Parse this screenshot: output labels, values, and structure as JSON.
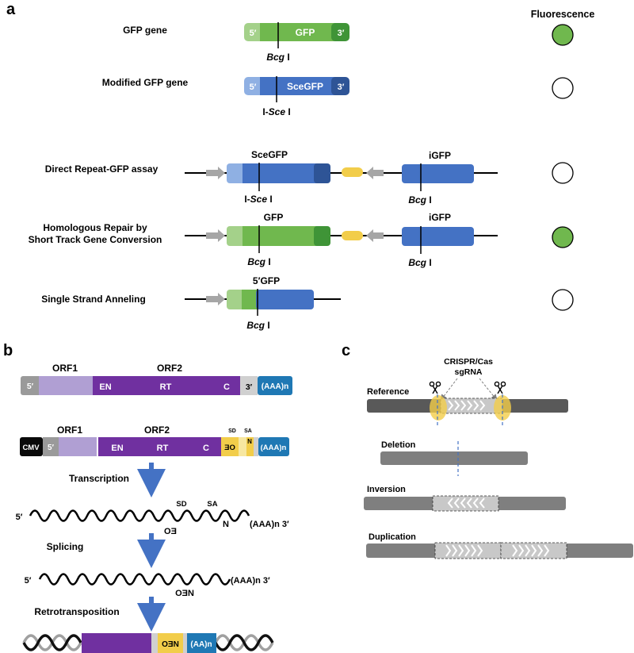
{
  "colors": {
    "green_light": "#a4d18a",
    "green_mid": "#70b84e",
    "green_dark": "#3f9437",
    "blue_light": "#8fb0e3",
    "blue_mid": "#4472c4",
    "blue_dark": "#2e5496",
    "yellow": "#f2cd4a",
    "yellow_light": "#f7e7a1",
    "gray_arrow": "#a6a6a6",
    "gray_utr": "#9a9a9a",
    "lilac": "#b09fd3",
    "purple": "#7030a0",
    "teal": "#1f78b4",
    "track_dark": "#595959",
    "track_mid": "#7f7f7f",
    "segment_light": "#c8c8c8",
    "cut_blue": "#4472c4",
    "fluor_on": "#70b84e",
    "fluor_off": "#ffffff"
  },
  "panel_a": {
    "letter": "a",
    "fluorescence_header": "Fluorescence",
    "rows": {
      "gfp": {
        "label": "GFP gene",
        "five": "5′",
        "name": "GFP",
        "three": "3′",
        "site_italic": "Bcg",
        "site_suffix": " I"
      },
      "modified": {
        "label": "Modified GFP gene",
        "five": "5′",
        "name": "SceGFP",
        "three": "3′",
        "site_prefix": "I-",
        "site_italic": "Sce",
        "site_suffix": " I"
      },
      "direct": {
        "label": "Direct Repeat-GFP assay",
        "name": "SceGFP",
        "second_name": "iGFP",
        "site_prefix": "I-",
        "site_italic": "Sce",
        "site_suffix": " I",
        "second_site_italic": "Bcg",
        "second_site_suffix": " I"
      },
      "homologous": {
        "label_line1": "Homologous Repair by",
        "label_line2": "Short Track Gene Conversion",
        "name": "GFP",
        "second_name": "iGFP",
        "site_italic": "Bcg",
        "site_suffix": " I",
        "second_site_italic": "Bcg",
        "second_site_suffix": " I"
      },
      "ssa": {
        "label": "Single Strand Anneling",
        "name": "5′GFP",
        "site_italic": "Bcg",
        "site_suffix": " I"
      }
    },
    "fluorescence": [
      "on",
      "off",
      "off",
      "on",
      "off"
    ]
  },
  "panel_b": {
    "letter": "b",
    "element1": {
      "five": "5′",
      "orf1": "ORF1",
      "orf2": "ORF2",
      "en": "EN",
      "rt": "RT",
      "c": "C",
      "three": "3′",
      "polya": "(AAA)n"
    },
    "element2": {
      "cmv": "CMV",
      "five": "5′",
      "orf1": "ORF1",
      "orf2": "ORF2",
      "en": "EN",
      "rt": "RT",
      "c": "C",
      "sd": "SD",
      "sa": "SA",
      "neo_split": "ƎO",
      "neo_n": "N",
      "polya": "(AAA)n"
    },
    "transcription": "Transcription",
    "rna1": {
      "five": "5′",
      "sd": "SD",
      "sa": "SA",
      "eo": "OƎ",
      "n": "N",
      "end": "(AAA)n 3′"
    },
    "splicing": "Splicing",
    "rna2": {
      "five": "5′",
      "neo": "OƎN",
      "end": "(AAA)n 3′"
    },
    "retrotransposition": "Retrotransposition",
    "dna": {
      "neo": "OƎN",
      "polya": "(AA)n"
    }
  },
  "panel_c": {
    "letter": "c",
    "sgrna_line1": "CRISPR/Cas",
    "sgrna_line2": "sgRNA",
    "reference": "Reference",
    "deletion": "Deletion",
    "inversion": "Inversion",
    "duplication": "Duplication"
  }
}
